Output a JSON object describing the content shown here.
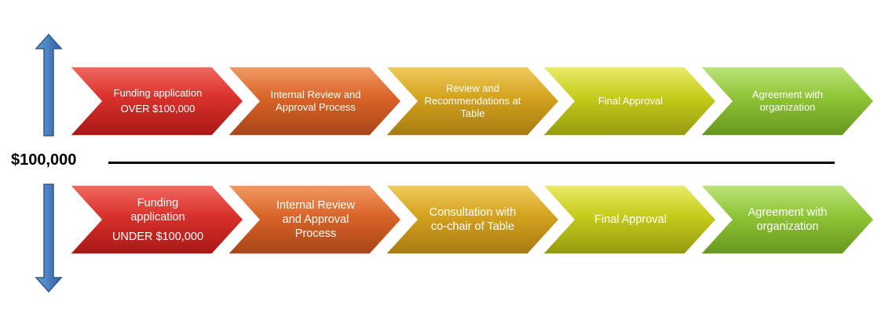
{
  "threshold_label": "$100,000",
  "rows": {
    "over": {
      "steps": [
        {
          "lines": [
            "Funding application",
            "OVER $100,000"
          ],
          "color": "#d9302c"
        },
        {
          "lines": [
            "Internal Review and",
            "Approval Process"
          ],
          "color": "#d96428"
        },
        {
          "lines": [
            "Review and",
            "Recommendations at",
            "Table"
          ],
          "color": "#d4a21e"
        },
        {
          "lines": [
            "Final Approval"
          ],
          "color": "#c4cc1a"
        },
        {
          "lines": [
            "Agreement with",
            "organization"
          ],
          "color": "#8fc436"
        }
      ]
    },
    "under": {
      "steps": [
        {
          "lines": [
            "Funding",
            "application",
            "UNDER $100,000"
          ],
          "color": "#d9302c"
        },
        {
          "lines": [
            "Internal Review",
            "and Approval",
            "Process"
          ],
          "color": "#d96428"
        },
        {
          "lines": [
            "Consultation with",
            "co-chair of Table"
          ],
          "color": "#d4a21e"
        },
        {
          "lines": [
            "Final Approval"
          ],
          "color": "#c4cc1a"
        },
        {
          "lines": [
            "Agreement with",
            "organization"
          ],
          "color": "#8fc436"
        }
      ]
    }
  },
  "arrow_color": "#4a7fc0"
}
